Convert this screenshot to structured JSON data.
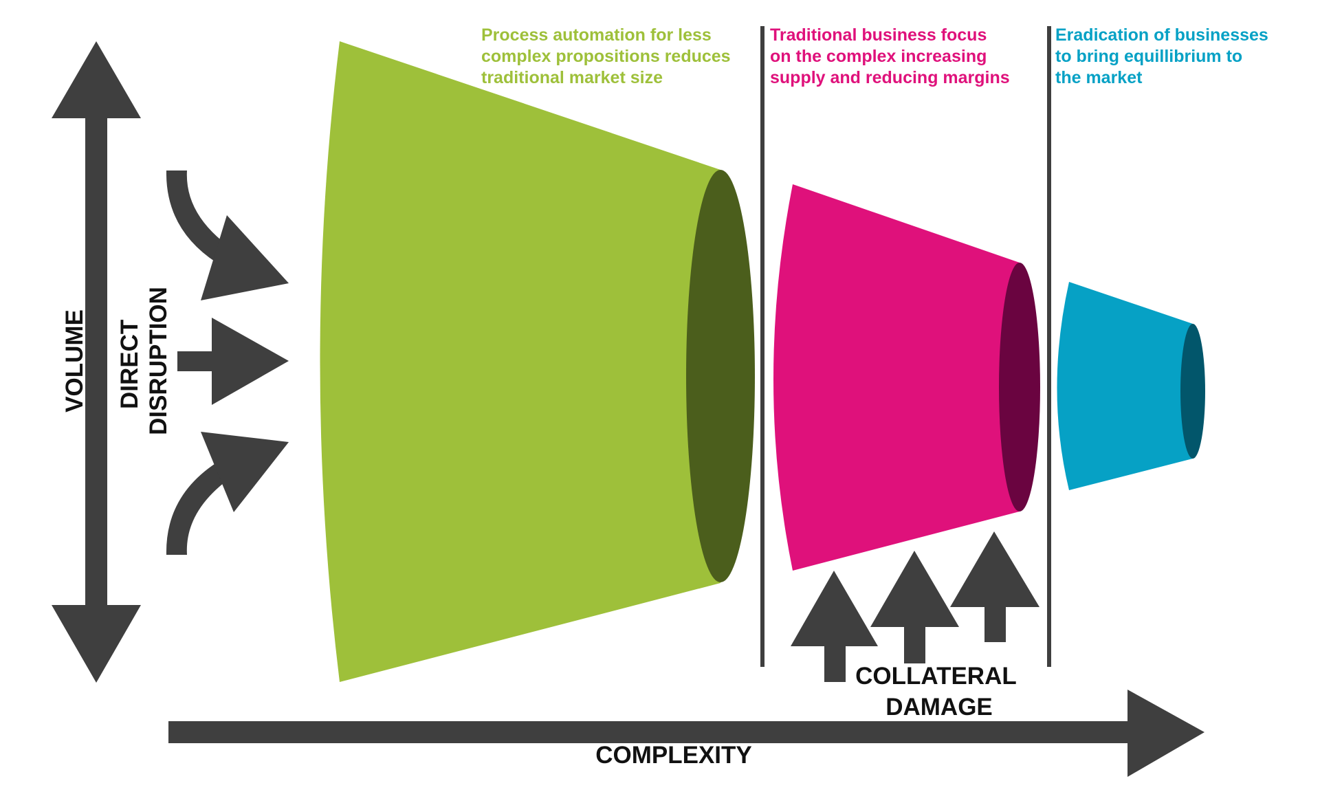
{
  "colors": {
    "arrow": "#3f3f3f",
    "green": "#9ec03a",
    "green_dark": "#4b5e1c",
    "pink": "#df117b",
    "pink_dark": "#6a0440",
    "blue": "#06a1c5",
    "blue_dark": "#02566b",
    "text": "#111111"
  },
  "labels": {
    "volume": "VOLUME",
    "direct_disruption": [
      "DIRECT",
      "DISRUPTION"
    ],
    "complexity": "COMPLEXITY",
    "collateral_damage": [
      "COLLATERAL",
      "DAMAGE"
    ]
  },
  "captions": {
    "green": [
      "Process automation for less",
      "complex propositions reduces",
      "traditional market size"
    ],
    "pink": [
      "Traditional business focus",
      "on the complex increasing",
      "supply and reducing margins"
    ],
    "blue": [
      "Eradication of businesses",
      "to bring equillibrium to",
      "the market"
    ]
  },
  "icons": {
    "volume_axis": "double-headed-vertical-arrow",
    "complexity_axis": "right-arrow",
    "disruption": "curved-arrows-pointing-right",
    "collateral": "up-arrows"
  }
}
